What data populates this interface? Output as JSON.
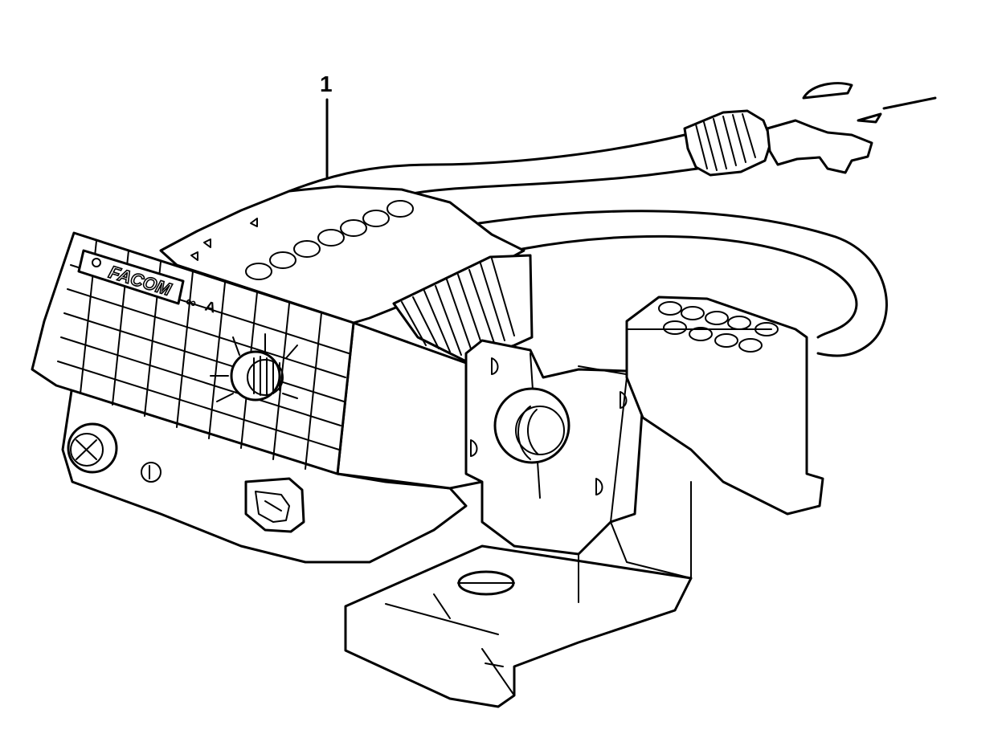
{
  "callouts": [
    {
      "number": "1"
    }
  ],
  "device": {
    "logo": "FACOM",
    "face_symbol": "∞",
    "face_letter": "A"
  },
  "colors": {
    "line": "#000000",
    "background": "#ffffff"
  }
}
